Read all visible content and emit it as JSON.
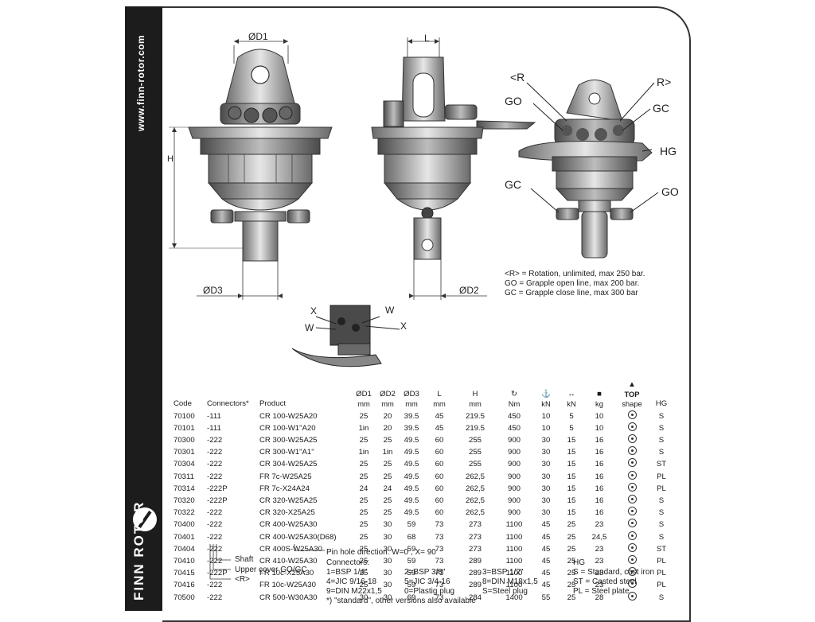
{
  "brand": {
    "website": "www.finn-rotor.com",
    "name": "FINN ROTOR"
  },
  "dims": {
    "d1": "ØD1",
    "l": "L",
    "h": "H",
    "d3": "ØD3",
    "d2": "ØD2"
  },
  "ports": {
    "r_left": "<R",
    "r_right": "R>",
    "go_top": "GO",
    "gc_top": "GC",
    "hg": "HG",
    "gc_bottom": "GC",
    "go_bottom": "GO"
  },
  "port_legend": [
    "<R>  = Rotation, unlimited, max 250 bar.",
    "GO   = Grapple open line, max 200 bar.",
    "GC   = Grapple close line, max 300 bar"
  ],
  "pin_labels": {
    "x1": "X",
    "w1": "W",
    "w2": "W",
    "x2": "X"
  },
  "table": {
    "headers": [
      "Code",
      "Connectors*",
      "Product",
      "ØD1",
      "ØD2",
      "ØD3",
      "L",
      "H",
      "",
      "",
      "",
      "",
      "TOP",
      "HG"
    ],
    "units": [
      "",
      "",
      "",
      "mm",
      "mm",
      "mm",
      "mm",
      "mm",
      "Nm",
      "kN",
      "kN",
      "kg",
      "shape",
      ""
    ],
    "icons": [
      "",
      "",
      "",
      "",
      "",
      "",
      "",
      "",
      "torque-icon",
      "load-icon",
      "pull-icon",
      "weight-icon",
      "top-arrow-icon",
      ""
    ],
    "rows": [
      [
        "70100",
        "-111",
        "CR 100-W25A20",
        "25",
        "20",
        "39.5",
        "45",
        "219.5",
        "450",
        "10",
        "5",
        "10",
        "S"
      ],
      [
        "70101",
        "-111",
        "CR 100-W1\"A20",
        "1in",
        "20",
        "39.5",
        "45",
        "219.5",
        "450",
        "10",
        "5",
        "10",
        "S"
      ],
      [
        "70300",
        "-222",
        "CR 300-W25A25",
        "25",
        "25",
        "49.5",
        "60",
        "255",
        "900",
        "30",
        "15",
        "16",
        "S"
      ],
      [
        "70301",
        "-222",
        "CR 300-W1\"A1\"",
        "1in",
        "1in",
        "49.5",
        "60",
        "255",
        "900",
        "30",
        "15",
        "16",
        "S"
      ],
      [
        "70304",
        "-222",
        "CR 304-W25A25",
        "25",
        "25",
        "49.5",
        "60",
        "255",
        "900",
        "30",
        "15",
        "16",
        "ST"
      ],
      [
        "70311",
        "-222",
        "FR 7c-W25A25",
        "25",
        "25",
        "49.5",
        "60",
        "262,5",
        "900",
        "30",
        "15",
        "16",
        "PL"
      ],
      [
        "70314",
        "-222P",
        "FR 7c-X24A24",
        "24",
        "24",
        "49.5",
        "60",
        "262,5",
        "900",
        "30",
        "15",
        "16",
        "PL"
      ],
      [
        "70320",
        "-222P",
        "CR 320-W25A25",
        "25",
        "25",
        "49.5",
        "60",
        "262,5",
        "900",
        "30",
        "15",
        "16",
        "S"
      ],
      [
        "70322",
        "-222",
        "CR 320-X25A25",
        "25",
        "25",
        "49.5",
        "60",
        "262,5",
        "900",
        "30",
        "15",
        "16",
        "S"
      ],
      [
        "70400",
        "-222",
        "CR 400-W25A30",
        "25",
        "30",
        "59",
        "73",
        "273",
        "1100",
        "45",
        "25",
        "23",
        "S"
      ],
      [
        "70401",
        "-222",
        "CR 400-W25A30(D68)",
        "25",
        "30",
        "68",
        "73",
        "273",
        "1100",
        "45",
        "25",
        "24,5",
        "S"
      ],
      [
        "70404",
        "-222",
        "CR 400S-W25A30",
        "25",
        "30",
        "59",
        "73",
        "273",
        "1100",
        "45",
        "25",
        "23",
        "ST"
      ],
      [
        "70410",
        "-222",
        "CR 410-W25A30",
        "25",
        "30",
        "59",
        "73",
        "289",
        "1100",
        "45",
        "25",
        "23",
        "PL"
      ],
      [
        "70415",
        "-222P",
        "FR 10c-X25A30",
        "25",
        "30",
        "59",
        "73",
        "289",
        "1100",
        "45",
        "25",
        "23",
        "PL"
      ],
      [
        "70416",
        "-222",
        "FR 10c-W25A30",
        "25",
        "30",
        "59",
        "73",
        "289",
        "1100",
        "45",
        "25",
        "23",
        "PL"
      ],
      [
        "70500",
        "-222",
        "CR 500-W30A30",
        "30",
        "30",
        "69",
        "73",
        "284",
        "1400",
        "55",
        "25",
        "28",
        "S"
      ]
    ]
  },
  "notes": {
    "pin_hole": "Pin hole direction: W=0 , X= 90",
    "shaft": "Shaft",
    "upper_cover": "Upper cover GO/GC",
    "r": "<R>",
    "connectors_title": "Connectors:",
    "connectors": [
      [
        "1=BSP 1/4\"",
        "2=BSP 3/8\"",
        "3=BSP 1/2\""
      ],
      [
        "4=JIC 9/16-18",
        "5=JIC 3/4-16",
        "8=DIN M18x1,5"
      ],
      [
        "9=DIN M22x1,5",
        "0=Plastig plug",
        "S=Steel plug"
      ]
    ],
    "standard": "*) \"standard\", other versions also available",
    "hg_title": "HG",
    "hg": [
      "S = Standard, cast iron",
      "ST = Casted steel",
      "PL = Steel plate"
    ]
  },
  "colors": {
    "band": "#1c1c1c",
    "line": "#333333",
    "metal_dark": "#3a3a3a",
    "metal_mid": "#8a8a8a",
    "metal_light": "#d9d9d9"
  }
}
